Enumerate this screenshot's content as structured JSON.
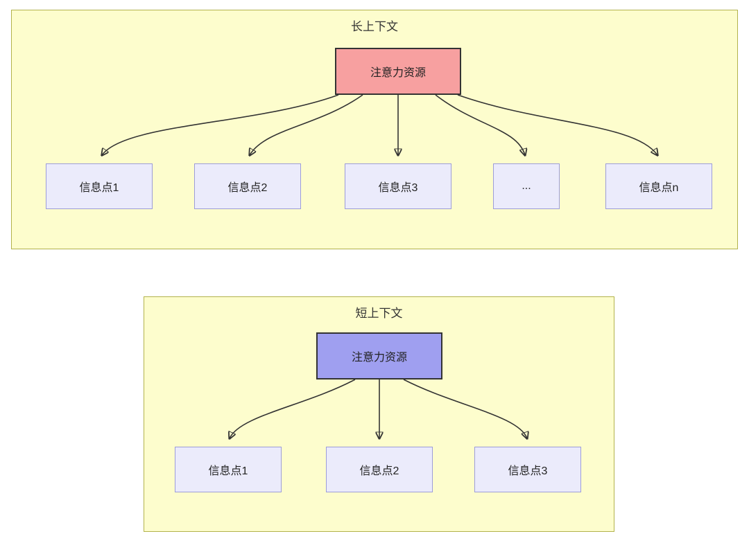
{
  "colors": {
    "panel_background": "#fdfdcd",
    "panel_border": "#b2b24b",
    "target_node_background": "#ebebfb",
    "target_node_border": "#9c9cd9",
    "source_node_border": "#333333",
    "long_context_source_fill": "#f7a0a0",
    "short_context_source_fill": "#9f9ff0",
    "arrow_color": "#333333"
  },
  "long_context": {
    "title": "长上下文",
    "source_label": "注意力资源",
    "targets": [
      "信息点1",
      "信息点2",
      "信息点3",
      "...",
      "信息点n"
    ]
  },
  "short_context": {
    "title": "短上下文",
    "source_label": "注意力资源",
    "targets": [
      "信息点1",
      "信息点2",
      "信息点3"
    ]
  }
}
